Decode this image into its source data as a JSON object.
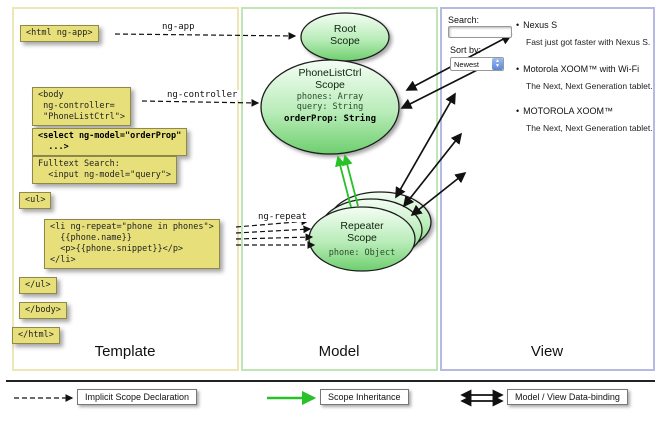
{
  "panels": {
    "template": "Template",
    "model": "Model",
    "view": "View"
  },
  "code": {
    "html_open": "<html ng-app>",
    "body_open": "<body\n ng-controller=\n \"PhoneListCtrl\">",
    "select": "<select ng-model=\"orderProp\"\n  ...>",
    "fulltext": "Fulltext Search:\n  <input ng-model=\"query\">",
    "ul_open": "<ul>",
    "li_repeat": "<li ng-repeat=\"phone in phones\">\n  {{phone.name}}\n  <p>{{phone.snippet}}</p>\n</li>",
    "ul_close": "</ul>",
    "body_close": "</body>",
    "html_close": "</html>"
  },
  "arrow_labels": {
    "ng_app": "ng-app",
    "ng_controller": "ng-controller",
    "ng_repeat": "ng-repeat"
  },
  "scopes": {
    "root_title": "Root\nScope",
    "phonelist_title": "PhoneListCtrl\nScope",
    "phonelist_props": "phones: Array\nquery: String",
    "phonelist_bold_prop": "orderProp: String",
    "repeater_title": "Repeater\nScope",
    "repeater_prop": "phone: Object"
  },
  "view": {
    "search_label": "Search:",
    "sort_label": "Sort by:",
    "sort_value": "Newest",
    "bullet": "•",
    "items": [
      {
        "name": "Nexus S",
        "snippet": "Fast just got faster with Nexus S."
      },
      {
        "name": "Motorola XOOM™ with Wi-Fi",
        "snippet": "The Next, Next Generation tablet."
      },
      {
        "name": "MOTOROLA XOOM™",
        "snippet": "The Next, Next Generation tablet."
      }
    ]
  },
  "legend": {
    "implicit": "Implicit Scope Declaration",
    "inheritance": "Scope Inheritance",
    "databinding": "Model / View Data-binding"
  },
  "colors": {
    "code_box_bg": "#e7e07a",
    "scope_fill_top": "#f4fdf4",
    "scope_fill_bottom": "#6ecf6e",
    "inheritance_green": "#28c128",
    "template_border": "#ece7b4",
    "model_border": "#bfe6b4",
    "view_border": "#b6b9e2"
  }
}
